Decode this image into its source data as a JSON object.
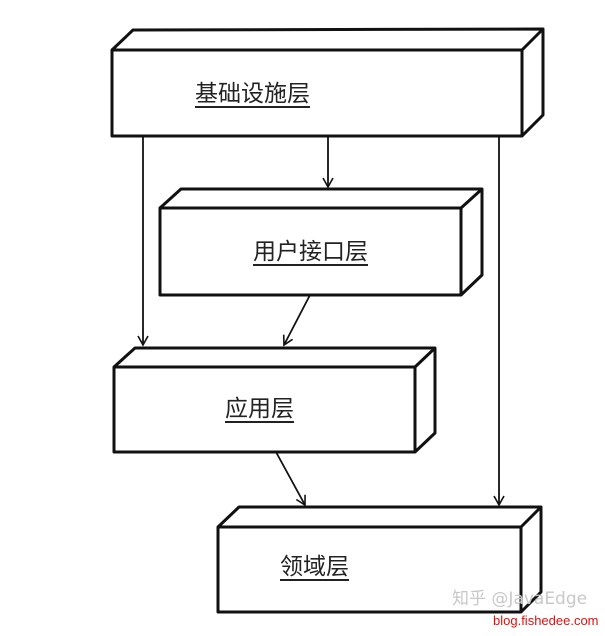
{
  "layers": [
    {
      "id": "infrastructure",
      "label": "基础设施层"
    },
    {
      "id": "user-interface",
      "label": "用户接口层"
    },
    {
      "id": "application",
      "label": "应用层"
    },
    {
      "id": "domain",
      "label": "领域层"
    }
  ],
  "dependencies": [
    {
      "from": "infrastructure",
      "to": "user-interface"
    },
    {
      "from": "infrastructure",
      "to": "application"
    },
    {
      "from": "infrastructure",
      "to": "domain"
    },
    {
      "from": "user-interface",
      "to": "application"
    },
    {
      "from": "application",
      "to": "domain"
    }
  ],
  "watermark": {
    "platform": "知乎 @JavaEdge",
    "blog": "blog.fishedee.com",
    "blog_color": "#e01010"
  }
}
